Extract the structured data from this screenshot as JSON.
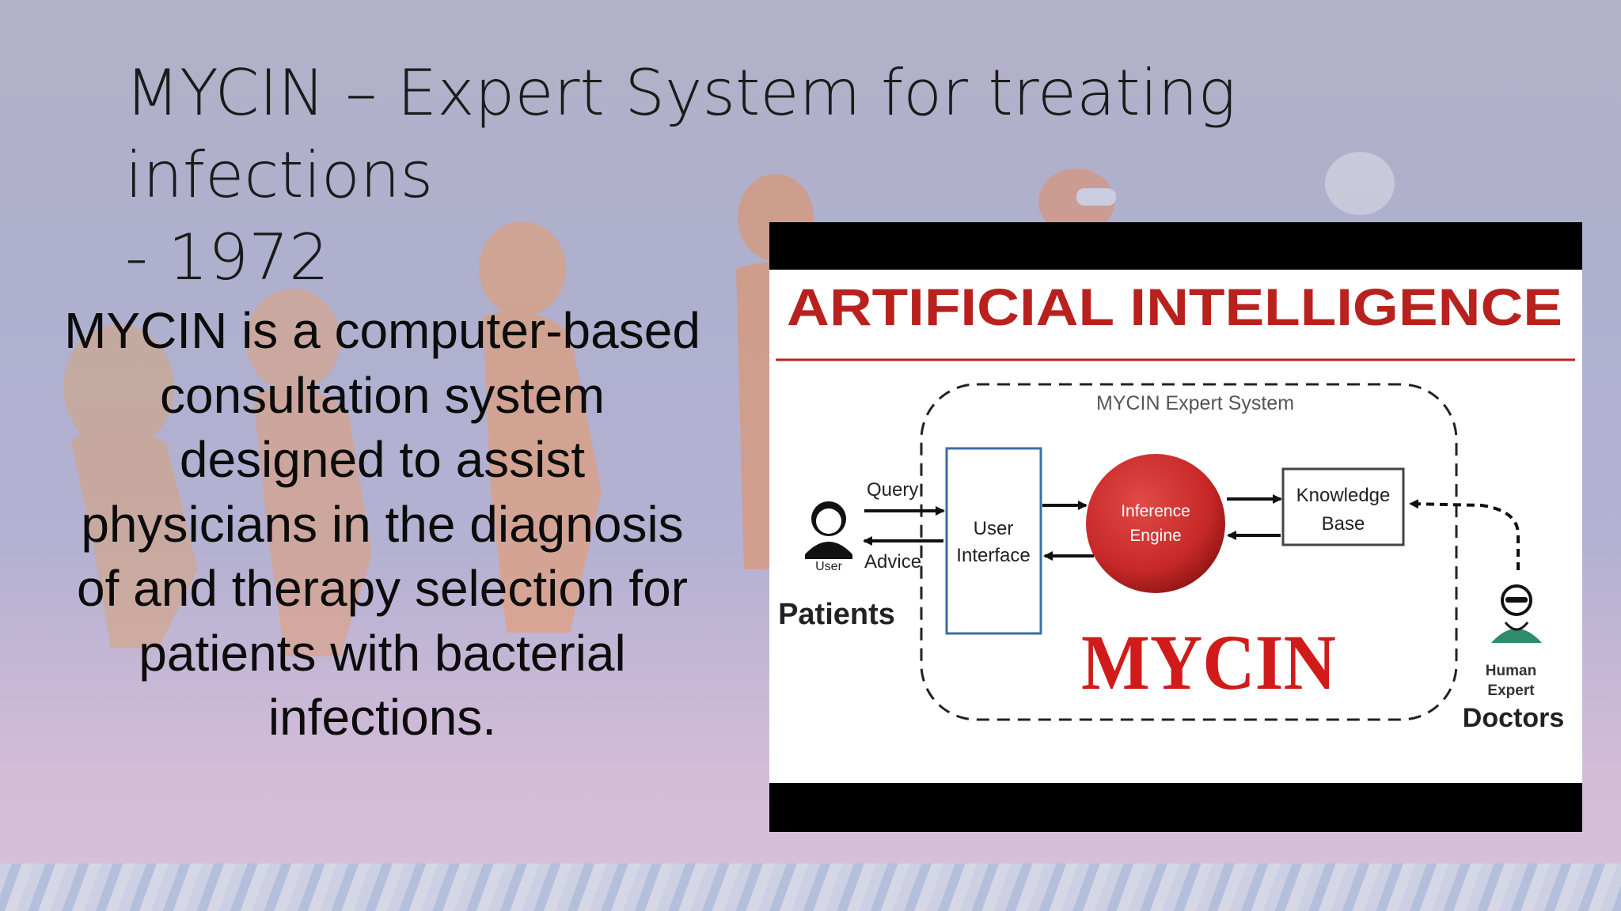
{
  "slide": {
    "title_line1": "MYCIN – Expert System for treating infections",
    "title_line2": "- 1972",
    "body": "MYCIN is a computer-based consultation system designed to assist physicians in the diagnosis of and therapy selection for patients with bacterial infections."
  },
  "figure": {
    "heading": "ARTIFICIAL INTELLIGENCE",
    "system_label": "MYCIN Expert System",
    "query_label": "Query",
    "advice_label": "Advice",
    "user_label": "User",
    "patients_label": "Patients",
    "ui_line1": "User",
    "ui_line2": "Interface",
    "engine_line1": "Inference",
    "engine_line2": "Engine",
    "kb_line1": "Knowledge",
    "kb_line2": "Base",
    "mycin_label": "MYCIN",
    "expert_line1": "Human",
    "expert_line2": "Expert",
    "doctors_label": "Doctors"
  },
  "colors": {
    "heading_red": "#b8211d",
    "engine_red": "#c62828",
    "mycin_red": "#d11b1b"
  }
}
